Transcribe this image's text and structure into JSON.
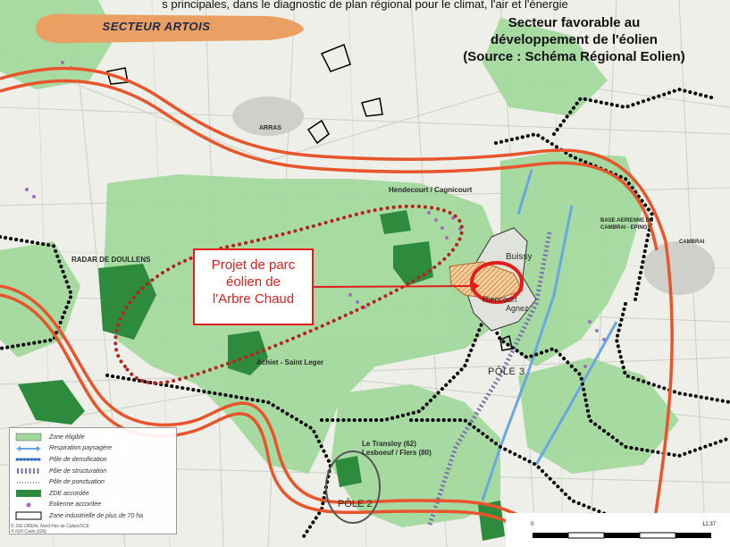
{
  "top_caption": "s principales, dans le diagnostic de plan régional pour le climat, l'air et l'énergie",
  "banner": {
    "label": "SECTEUR ARTOIS"
  },
  "title": {
    "line1": "Secteur favorable au",
    "line2": "développement de l'éolien",
    "line3": "(Source : Schéma Régional Eolien)"
  },
  "project_label": {
    "line1": "Projet de parc",
    "line2": "éolien de",
    "line3": "l'Arbre Chaud"
  },
  "places": {
    "arras": "ARRAS",
    "hendecourt": "Hendecourt / Cagnicourt",
    "radar": "RADAR DE DOULLENS",
    "base_aerienne_1": "BASE AERIENNE DE",
    "base_aerienne_2": "CAMBRAI - EPINOY",
    "buissy": "Buissy",
    "achiet": "Achiet - Saint Leger",
    "pole3": "PÔLE 3",
    "transloy_1": "Le Transloy (62)",
    "transloy_2": "Lesboeuf / Flers (80)",
    "pole2": "PÔLE 2",
    "cambrai": "CAMBRAI",
    "riencourt": "Riencourt",
    "agnez": "Agnez"
  },
  "legend": {
    "items": [
      {
        "label": "Zone éligible",
        "kind": "zone-eligible"
      },
      {
        "label": "Respiration paysagère",
        "kind": "respiration"
      },
      {
        "label": "Pôle de densification",
        "kind": "densification"
      },
      {
        "label": "Pôle de structuration",
        "kind": "structuration"
      },
      {
        "label": "Pôle de ponctuation",
        "kind": "ponctuation"
      },
      {
        "label": "ZDE accordée",
        "kind": "zde"
      },
      {
        "label": "Eolienne accordée",
        "kind": "eolienne"
      },
      {
        "label": "Zone industrielle de plus de 70 ha",
        "kind": "zone-industrielle"
      }
    ]
  },
  "credit": {
    "line1": "© SIG DREAL Nord Pas de Calais/SCE",
    "line2": "© IGN Carto (GN)"
  },
  "scale": {
    "start": "0",
    "end": "12,37"
  },
  "colors": {
    "zone_eligible": "#9fd89a",
    "zde": "#2e8a3d",
    "red_line": "#e8552c",
    "boundary": "#000000",
    "red_text": "#e21d1d",
    "orange_banner": "#e9a062",
    "blue_line": "#6aa7e0",
    "purple": "#7a6fb0"
  }
}
